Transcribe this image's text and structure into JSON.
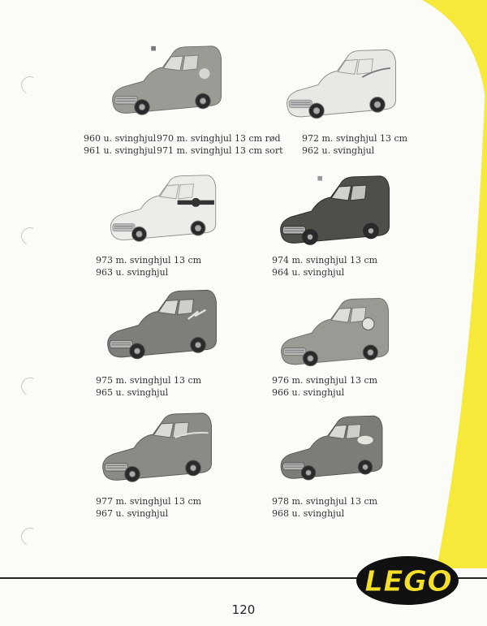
{
  "colors": {
    "accent_yellow": "#f7e93a",
    "page_bg": "#fbfbf7",
    "logo_black": "#111111",
    "logo_yellow": "#f4e02a"
  },
  "logo": {
    "text": "LEGO"
  },
  "page_number": "120",
  "rows": [
    {
      "left": {
        "lines": [
          "960 u. svinghjul",
          "961 u. svinghjul"
        ],
        "lines_b": [
          "970 m. svinghjul 13 cm rød",
          "971 m. svinghjul 13 cm sort"
        ],
        "image": "ambulance-van-light"
      },
      "right": {
        "lines": [
          "972 m. svinghjul 13 cm",
          "962 u. svinghjul"
        ],
        "image": "delivery-van-white-lettered"
      }
    },
    {
      "left": {
        "lines": [
          "973 m. svinghjul 13 cm",
          "963 u. svinghjul"
        ],
        "image": "ambulance-van-white"
      },
      "right": {
        "lines": [
          "974 m. svinghjul 13 cm",
          "964 u. svinghjul"
        ],
        "image": "ambulance-van-dark"
      }
    },
    {
      "left": {
        "lines": [
          "975 m. svinghjul 13 cm",
          "965 u. svinghjul"
        ],
        "image": "lightning-van"
      },
      "right": {
        "lines": [
          "976 m. svinghjul 13 cm",
          "966 u. svinghjul"
        ],
        "image": "logo-delivery-van"
      }
    },
    {
      "left": {
        "lines": [
          "977 m. svinghjul 13 cm",
          "967 u. svinghjul"
        ],
        "image": "gilbarco-van"
      },
      "right": {
        "lines": [
          "978 m. svinghjul 13 cm",
          "968 u. svinghjul"
        ],
        "image": "esso-van"
      }
    }
  ]
}
